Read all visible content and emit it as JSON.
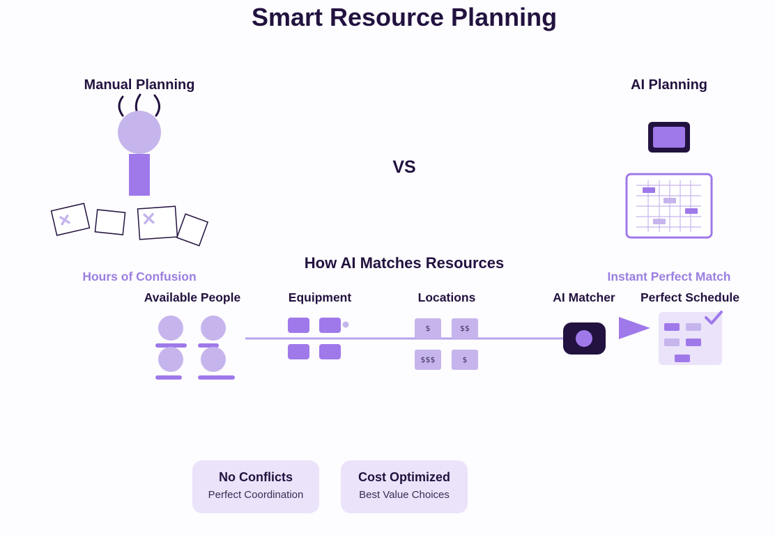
{
  "title": "Smart Resource Planning",
  "comparison": {
    "left": {
      "heading": "Manual Planning",
      "caption": "Hours of Confusion"
    },
    "vs": "VS",
    "right": {
      "heading": "AI Planning",
      "caption": "Instant Perfect Match"
    }
  },
  "flow": {
    "heading": "How AI Matches Resources",
    "steps": [
      "Available People",
      "Equipment",
      "Locations",
      "AI Matcher",
      "Perfect Schedule"
    ],
    "price_tags": [
      "$",
      "$$",
      "$$$",
      "$"
    ]
  },
  "benefits": [
    {
      "title": "No Conflicts",
      "subtitle": "Perfect Coordination"
    },
    {
      "title": "Cost Optimized",
      "subtitle": "Best Value Choices"
    }
  ],
  "colors": {
    "dark": "#22123f",
    "accent": "#9f79ea",
    "light": "#c6b5ec",
    "pale": "#ebe3fa"
  }
}
